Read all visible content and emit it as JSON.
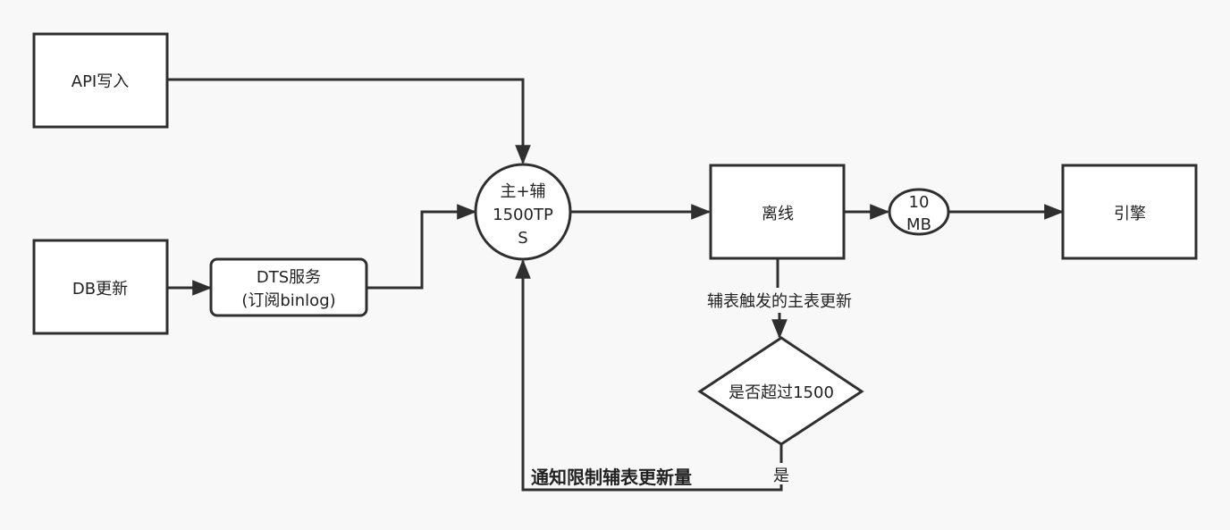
{
  "nodes": {
    "api_write": {
      "label": "API写入"
    },
    "db_update": {
      "label": "DB更新"
    },
    "dts": {
      "line1": "DTS服务",
      "line2": "(订阅binlog)"
    },
    "main_aux": {
      "line1": "主+辅",
      "line2": "1500TP",
      "line3": "S"
    },
    "offline": {
      "label": "离线"
    },
    "size": {
      "line1": "10",
      "line2": "MB"
    },
    "engine": {
      "label": "引擎"
    },
    "decision": {
      "label": "是否超过1500"
    }
  },
  "edges": {
    "aux_trigger": {
      "label": "辅表触发的主表更新"
    },
    "yes": {
      "label": "是"
    },
    "notify": {
      "label": "通知限制辅表更新量"
    }
  },
  "colors": {
    "stroke": "#2f2f2f",
    "fill": "#ffffff",
    "background": "#f8f8f8",
    "text": "#222222"
  }
}
